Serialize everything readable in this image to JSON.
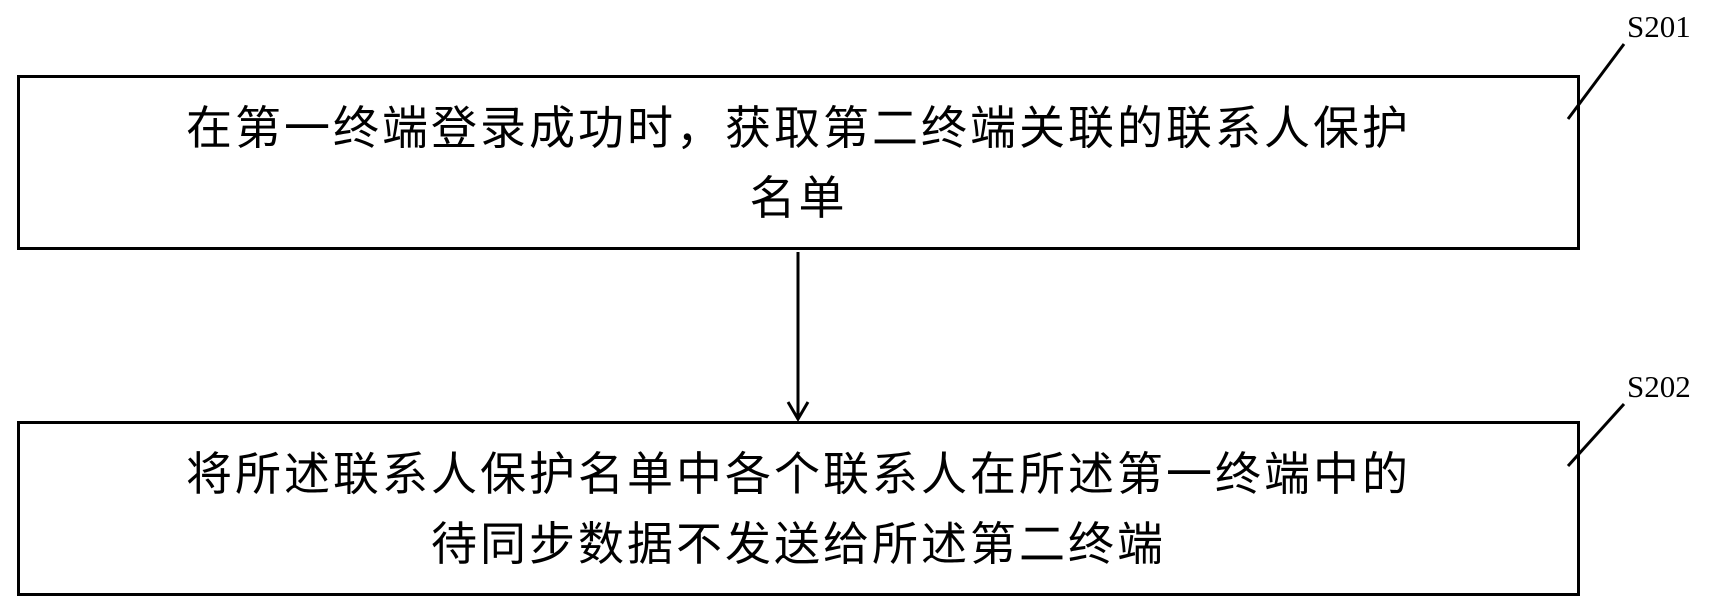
{
  "steps": [
    {
      "id": "S201",
      "label": "S201",
      "text": "在第一终端登录成功时，获取第二终端关联的联系人保护\n名单"
    },
    {
      "id": "S202",
      "label": "S202",
      "text": "将所述联系人保护名单中各个联系人在所述第一终端中的\n待同步数据不发送给所述第二终端"
    }
  ],
  "colors": {
    "stroke": "#000000",
    "background": "#ffffff"
  }
}
